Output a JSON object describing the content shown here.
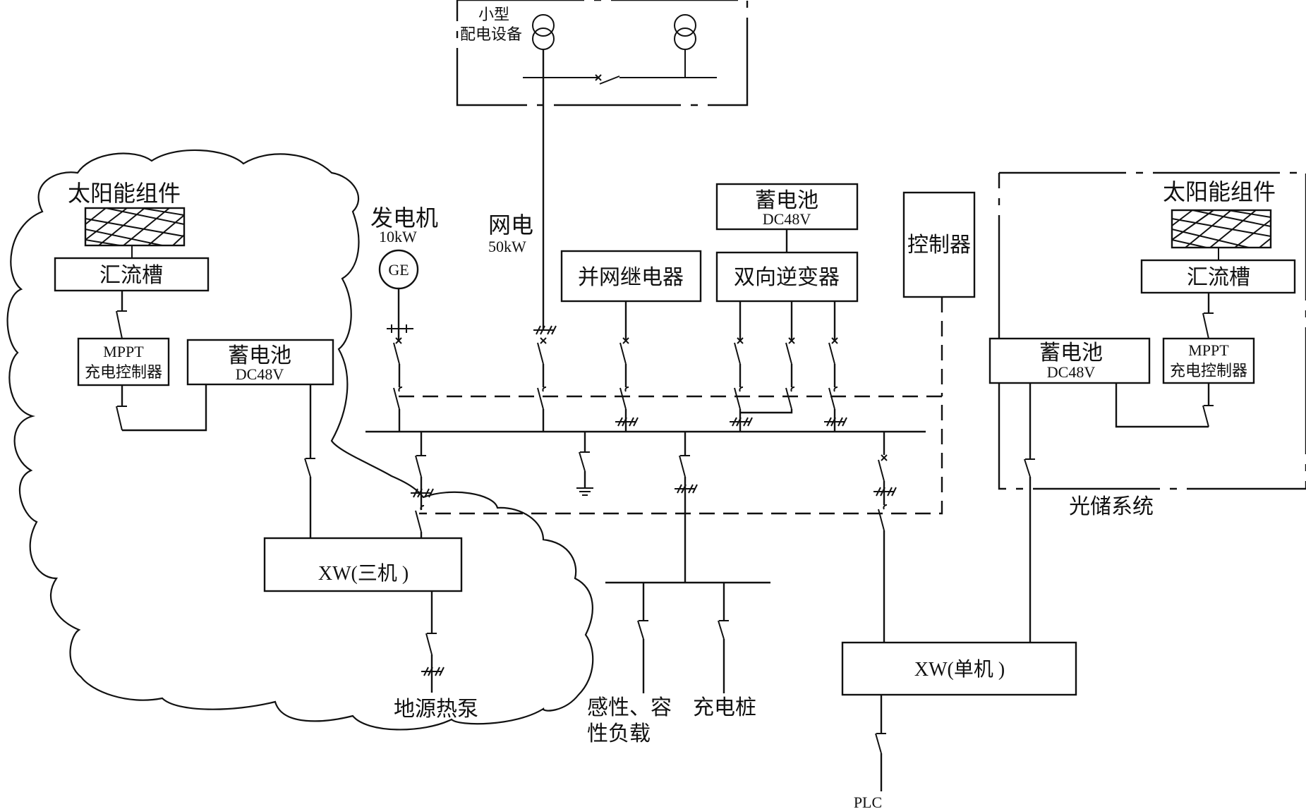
{
  "diagram": {
    "type": "single-line electrical diagram",
    "distribution": {
      "label_line1": "小型",
      "label_line2": "配电设备"
    },
    "sources": {
      "generator": {
        "label": "发电机",
        "rating": "10kW",
        "symbol": "GE"
      },
      "grid": {
        "label": "网电",
        "rating": "50kW"
      }
    },
    "boxes": {
      "grid_relay": "并网继电器",
      "center_battery": {
        "title": "蓄电池",
        "voltage": "DC48V"
      },
      "bidirectional_inverter": "双向逆变器",
      "controller": "控制器",
      "xw_three": "XW(三机 )",
      "xw_single": "XW(单机 )"
    },
    "left_system": {
      "solar": "太阳能组件",
      "combiner": "汇流槽",
      "mppt_line1": "MPPT",
      "mppt_line2": "充电控制器",
      "battery_title": "蓄电池",
      "battery_voltage": "DC48V"
    },
    "right_system": {
      "solar": "太阳能组件",
      "combiner": "汇流槽",
      "mppt_line1": "MPPT",
      "mppt_line2": "充电控制器",
      "battery_title": "蓄电池",
      "battery_voltage": "DC48V",
      "frame_label": "光储系统"
    },
    "loads": {
      "heat_pump": "地源热泵",
      "reactive_line1": "感性、容",
      "reactive_line2": "性负载",
      "charger": "充电桩",
      "plc": "PLC"
    }
  }
}
